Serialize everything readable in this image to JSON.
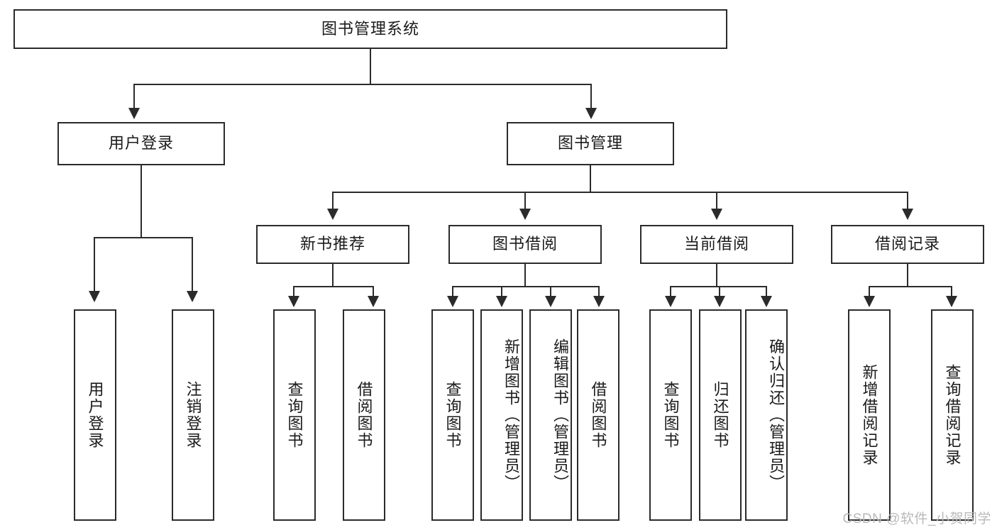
{
  "diagram": {
    "type": "tree",
    "title": "图书管理系统",
    "root": {
      "label": "图书管理系统"
    },
    "level1": [
      {
        "id": "user-login",
        "label": "用户登录"
      },
      {
        "id": "book-manage",
        "label": "图书管理"
      }
    ],
    "level2": [
      {
        "id": "new-book-recommend",
        "label": "新书推荐",
        "parent": "book-manage"
      },
      {
        "id": "book-borrow",
        "label": "图书借阅",
        "parent": "book-manage"
      },
      {
        "id": "current-borrow",
        "label": "当前借阅",
        "parent": "book-manage"
      },
      {
        "id": "borrow-record",
        "label": "借阅记录",
        "parent": "book-manage"
      }
    ],
    "leaves": {
      "user-login": [
        {
          "id": "leaf-user-login",
          "label": "用户登录"
        },
        {
          "id": "leaf-logout",
          "label": "注销登录"
        }
      ],
      "new-book-recommend": [
        {
          "id": "leaf-query-book-1",
          "label": "查询图书"
        },
        {
          "id": "leaf-borrow-book-1",
          "label": "借阅图书"
        }
      ],
      "book-borrow": [
        {
          "id": "leaf-query-book-2",
          "label": "查询图书"
        },
        {
          "id": "leaf-add-book",
          "label": "新增图书（管理员）"
        },
        {
          "id": "leaf-edit-book",
          "label": "编辑图书（管理员）"
        },
        {
          "id": "leaf-borrow-book-2",
          "label": "借阅图书"
        }
      ],
      "current-borrow": [
        {
          "id": "leaf-query-book-3",
          "label": "查询图书"
        },
        {
          "id": "leaf-return-book",
          "label": "归还图书"
        },
        {
          "id": "leaf-confirm-return",
          "label": "确认归还（管理员）"
        }
      ],
      "borrow-record": [
        {
          "id": "leaf-add-record",
          "label": "新增借阅记录"
        },
        {
          "id": "leaf-query-record",
          "label": "查询借阅记录"
        }
      ]
    }
  },
  "watermark": {
    "text": "CSDN @软件_小贺同学"
  },
  "colors": {
    "stroke": "#2b2b2b",
    "fill": "#ffffff",
    "text": "#1a1a1a",
    "watermark": "#b9b9b9"
  }
}
